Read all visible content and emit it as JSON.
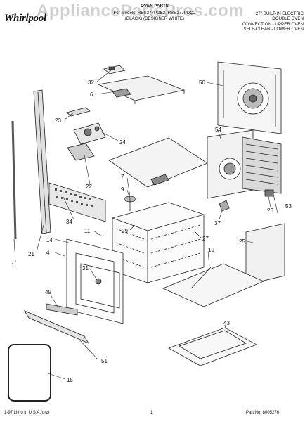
{
  "header": {
    "brand": "Whirlpool",
    "watermark": "AppliancePartsPros.com",
    "section_title": "OVEN PARTS",
    "models_line": "For Models: RBS277PDB2, RBS277PDQ2",
    "colors_line": "(BLACK) (DESIGNER WHITE)",
    "product_lines": [
      "27\" BUILT-IN ELECTRIC",
      "DOUBLE OVEN",
      "CONVECTION - UPPER OVEN",
      "SELF-CLEAN - LOWER OVEN"
    ]
  },
  "footer": {
    "litho": "1-97 Litho in U.S.A.(drz)",
    "page": "1",
    "part_no": "Part No. 8005276"
  },
  "callouts": [
    "32",
    "6",
    "50",
    "23",
    "24",
    "54",
    "22",
    "7",
    "9",
    "26",
    "53",
    "37",
    "34",
    "11",
    "29",
    "27",
    "25",
    "14",
    "4",
    "21",
    "1",
    "19",
    "31",
    "49",
    "43",
    "51",
    "15"
  ]
}
